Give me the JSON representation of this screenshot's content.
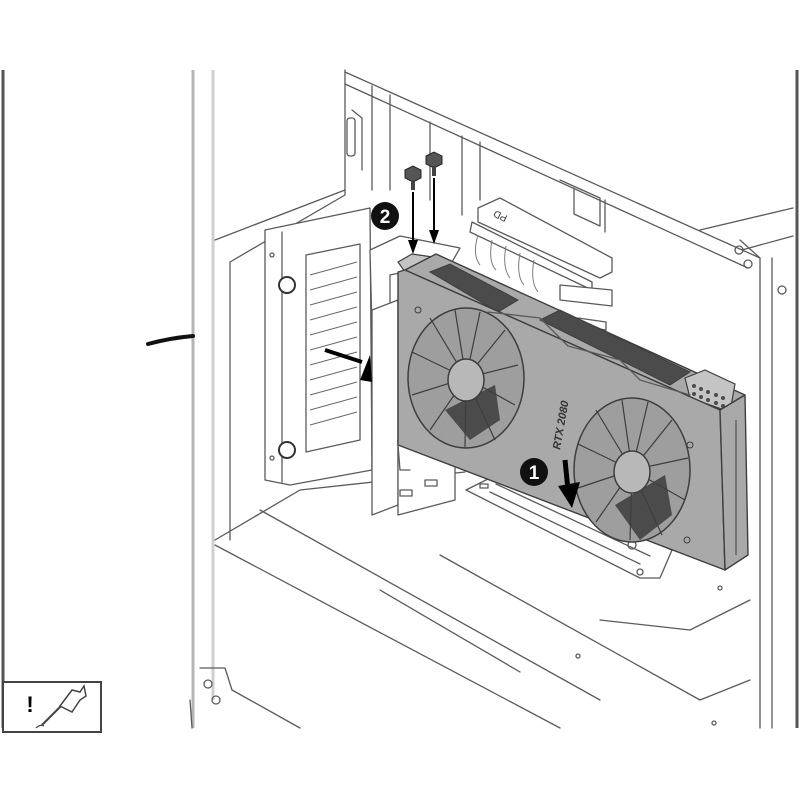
{
  "diagram": {
    "type": "installation-illustration",
    "subject": "Graphics card installation into PC case",
    "steps": [
      {
        "number": "1",
        "description": "Insert graphics card downward into PCIe slot"
      },
      {
        "number": "2",
        "description": "Fasten two screws to secure card bracket"
      }
    ],
    "gpu": {
      "model_label": "RTX 2080",
      "fan_count": 2,
      "body_color": "#a9a9a9",
      "dark_color": "#4b4b4b",
      "light_color": "#c4c4c4"
    },
    "connector_label": "PD",
    "screws": 2,
    "warning_box": {
      "icons": [
        "exclamation-icon",
        "screwdriver-icon"
      ],
      "symbol": "!"
    },
    "colors": {
      "line": "#4a4a4a",
      "background": "#ffffff",
      "badge": "#111111",
      "badge_text": "#ffffff",
      "frame_border": "#555555"
    }
  }
}
